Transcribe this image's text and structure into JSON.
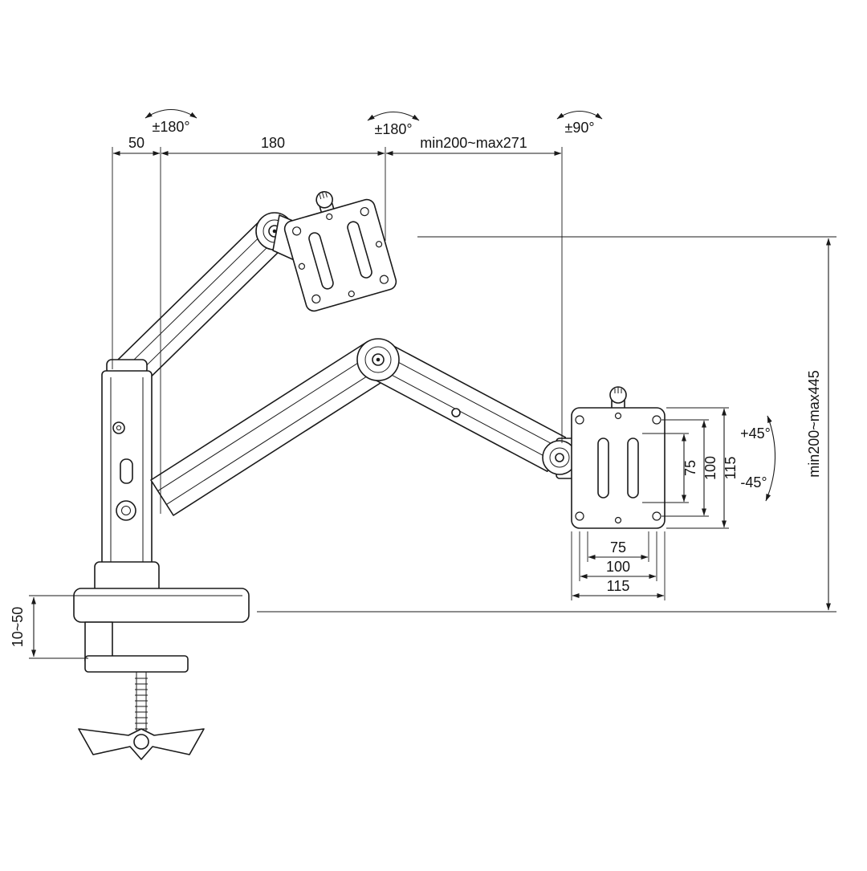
{
  "diagram": {
    "colors": {
      "line": "#1a1a1a",
      "background": "#ffffff"
    },
    "rotation_labels": {
      "left": "±180°",
      "middle": "±180°",
      "right": "±90°"
    },
    "top_dims": {
      "base_offset": "50",
      "arm_segment": "180",
      "reach": "min200~max271"
    },
    "height_dim": "min200~max445",
    "tilt": {
      "up": "+45°",
      "down": "-45°"
    },
    "vesa_vertical": {
      "inner": "75",
      "middle": "100",
      "outer": "115"
    },
    "vesa_horizontal": {
      "inner": "75",
      "middle": "100",
      "outer": "115"
    },
    "clamp_dim": "10~50"
  }
}
